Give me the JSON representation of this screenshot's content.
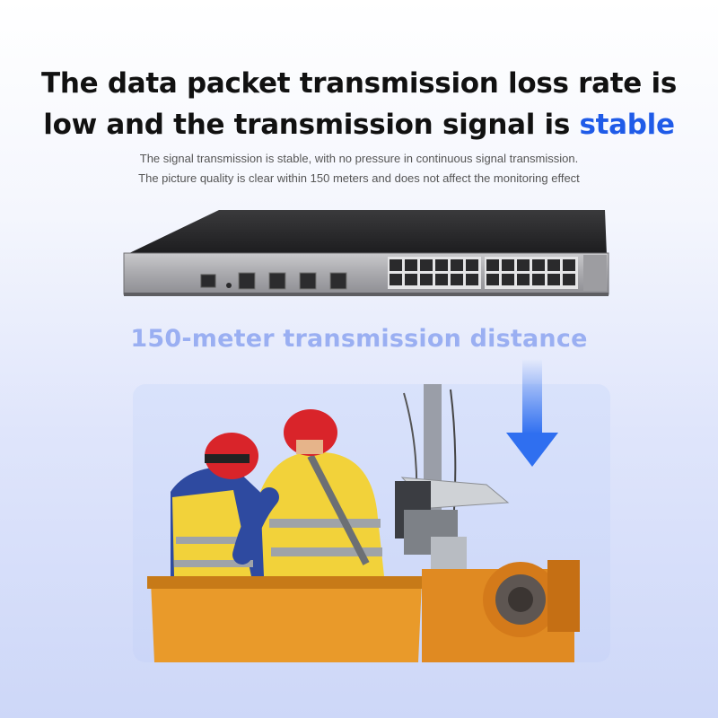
{
  "headline": {
    "line1": "The data packet transmission loss rate is",
    "line2_prefix": "low and the transmission signal is ",
    "line2_accent": "stable"
  },
  "subtext": {
    "line1": "The signal transmission is stable, with no pressure in continuous signal transmission.",
    "line2": "The picture quality is clear within 150 meters and does not affect the monitoring effect"
  },
  "distance_label": "150-meter transmission distance",
  "colors": {
    "accent_blue": "#1f5be8",
    "distance_text": "#9aaff2",
    "arrow_blue": "#2f6ff0",
    "vest_yellow": "#f2d23a",
    "bucket_orange": "#e99a2a",
    "helmet_red": "#d9242a"
  },
  "icons": {
    "switch": "network-switch-illustration",
    "arrow": "arrow-down-icon",
    "photo": "workers-on-lift-photo"
  }
}
